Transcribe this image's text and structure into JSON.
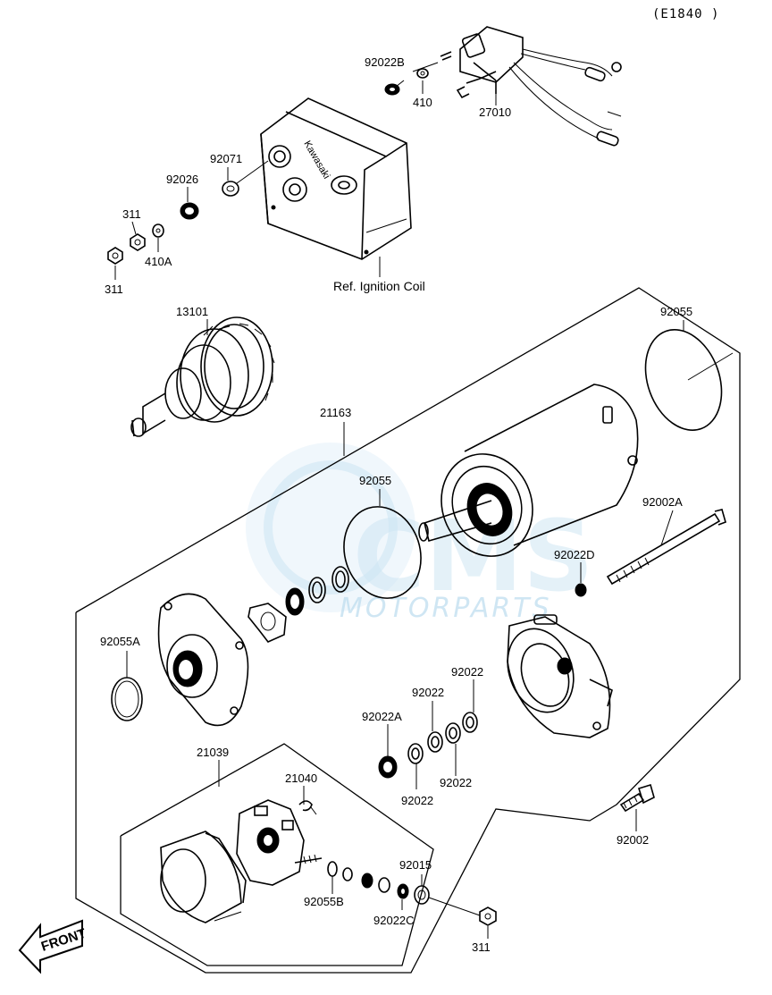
{
  "diagram_code": "(E1840 )",
  "watermark": {
    "brand": "CMS",
    "sub": "MOTORPARTS"
  },
  "front_arrow_label": "FRONT",
  "reference_note": "Ref. Ignition Coil",
  "part_labels": {
    "p92022B": "92022B",
    "p410": "410",
    "p27010": "27010",
    "p92071": "92071",
    "p92026": "92026",
    "p311_top": "311",
    "p410A": "410A",
    "p311_bottom": "311",
    "p13101": "13101",
    "p92055_top": "92055",
    "p21163": "21163",
    "p92055_mid": "92055",
    "p92002A": "92002A",
    "p92022D": "92022D",
    "p92055A": "92055A",
    "p92022_a": "92022",
    "p92022_b": "92022",
    "p92022A": "92022A",
    "p92022_c": "92022",
    "p92022_d": "92022",
    "p21039": "21039",
    "p21040": "21040",
    "p92015": "92015",
    "p92055B": "92055B",
    "p92022C": "92022C",
    "p92002": "92002",
    "p311_end": "311"
  }
}
